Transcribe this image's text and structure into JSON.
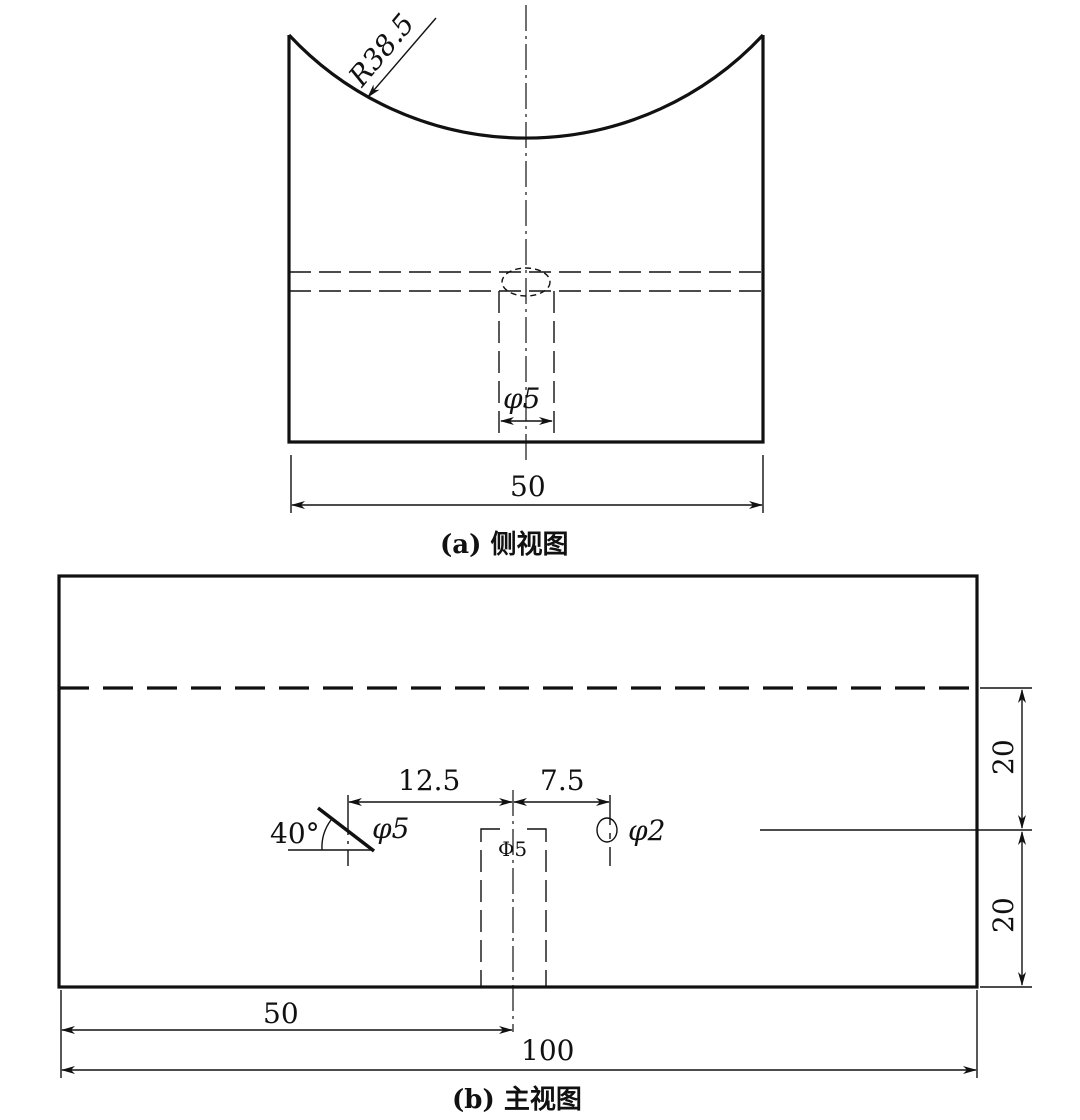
{
  "side_view": {
    "caption": "(a) 侧视图",
    "radius_label": "R38.5",
    "hole_label": "φ5",
    "width_label": "50"
  },
  "main_view": {
    "caption": "(b) 主视图",
    "left_offset_label": "12.5",
    "right_offset_label": "7.5",
    "angle_label": "40°",
    "angled_hole_label": "φ5",
    "small_hole_label": "φ2",
    "slot_label": "Φ5",
    "upper_height_label": "20",
    "lower_height_label": "20",
    "half_length_label": "50",
    "length_label": "100"
  }
}
